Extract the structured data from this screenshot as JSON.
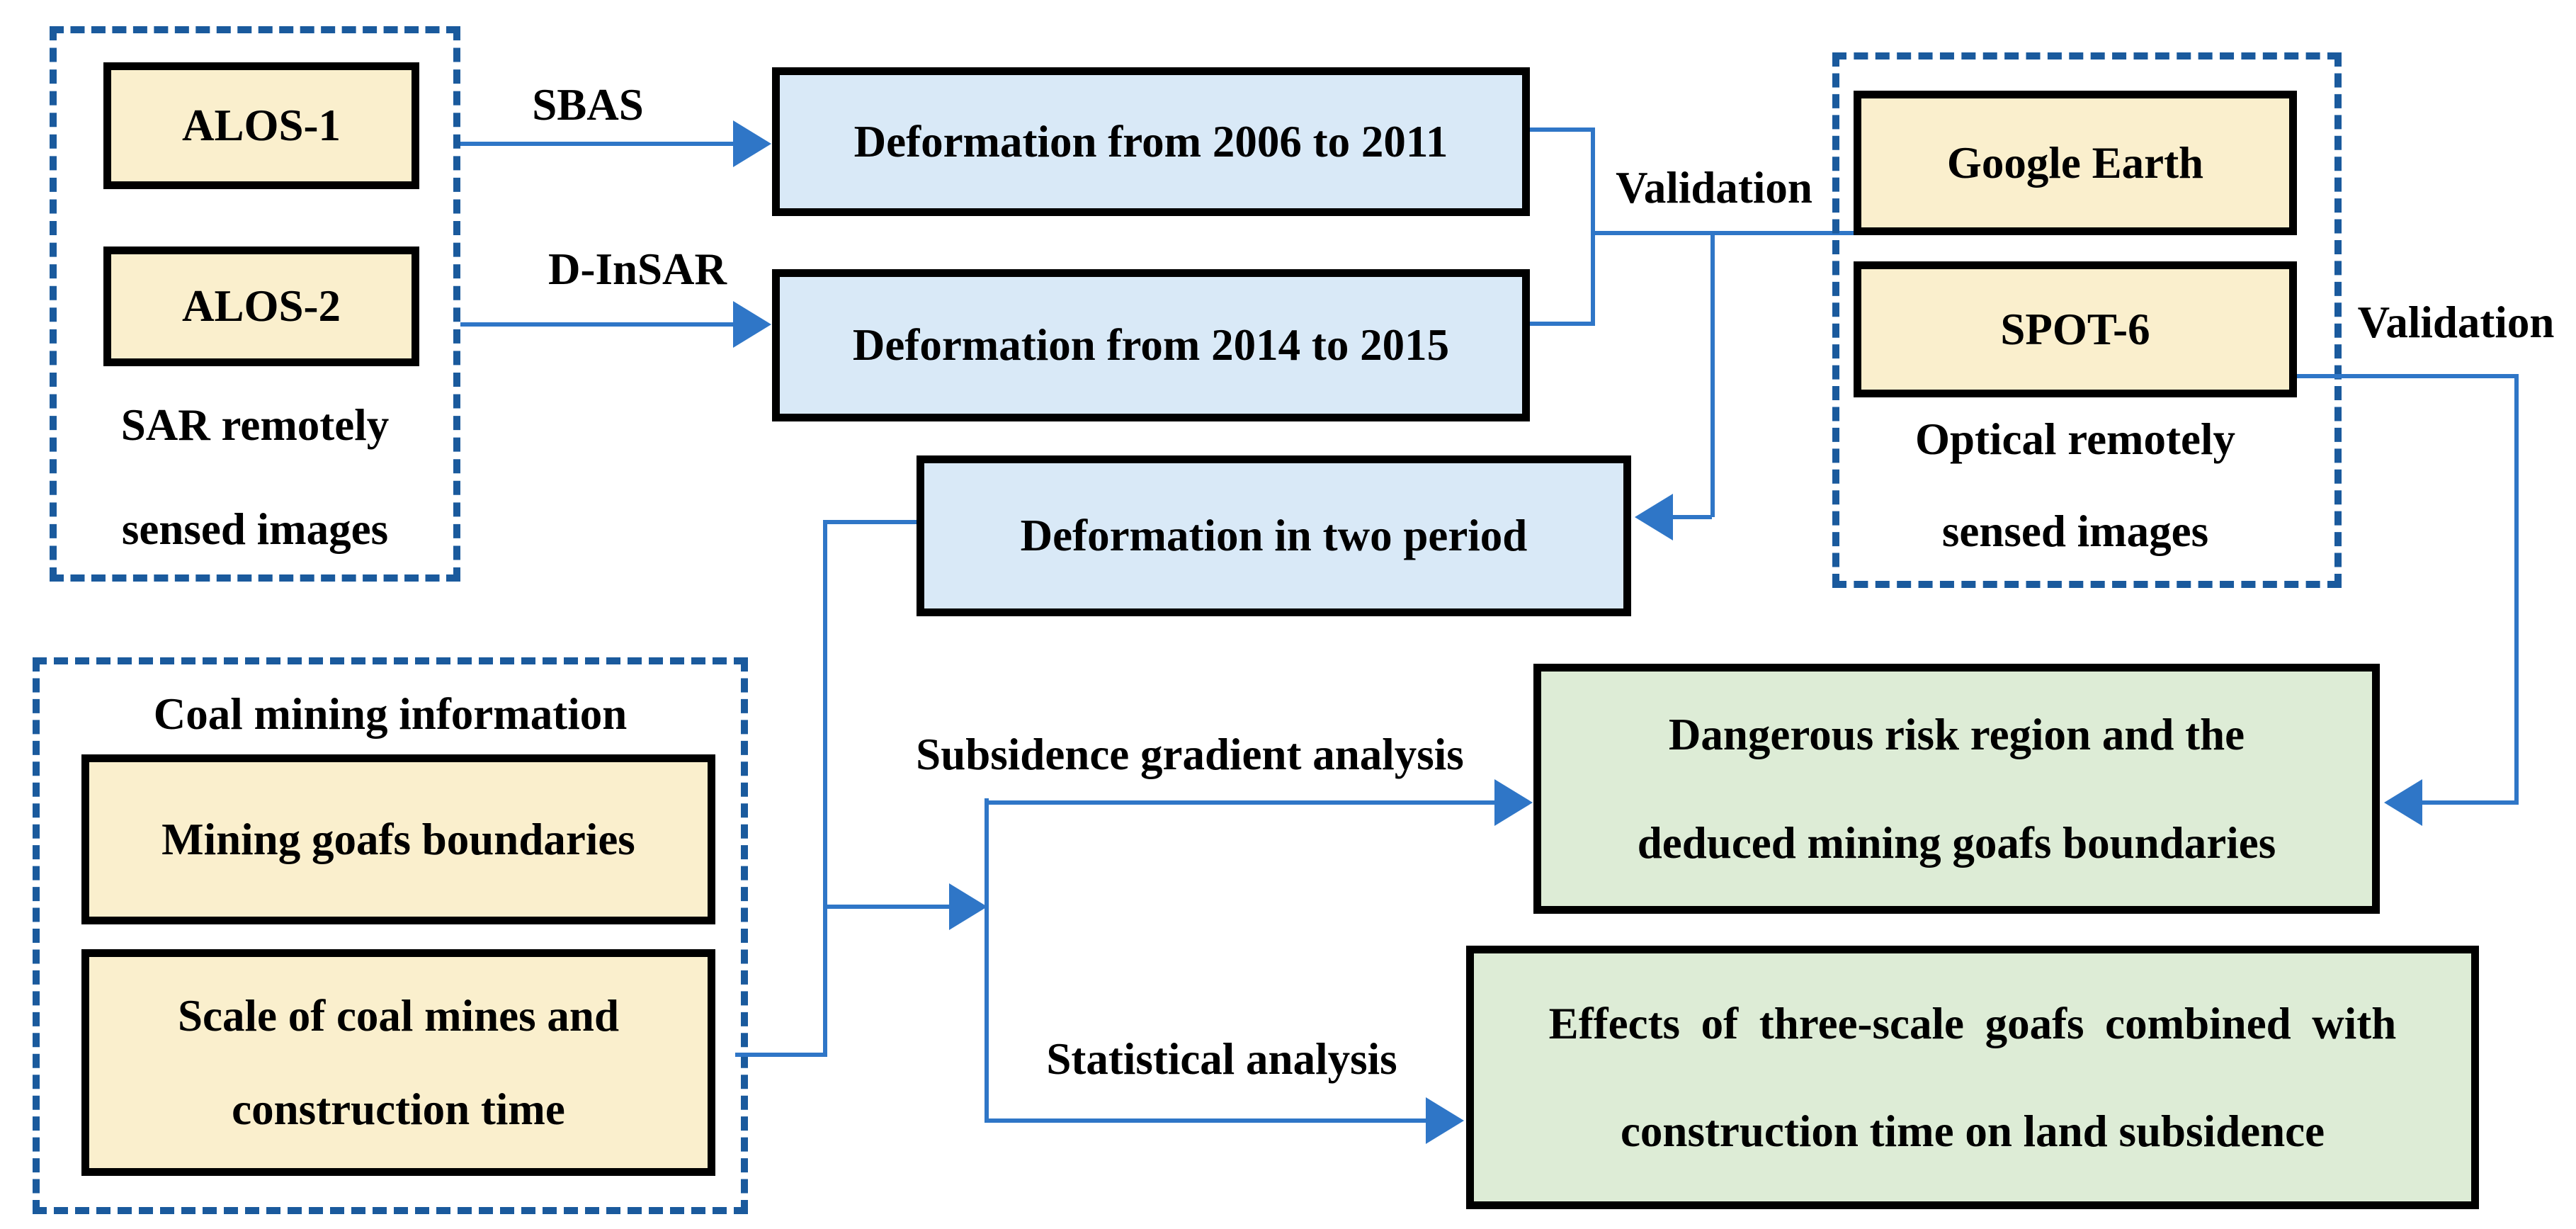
{
  "figure": {
    "colors": {
      "yellow_fill": "#FAEFCD",
      "blue_fill": "#D9E9F7",
      "green_fill": "#DDECD6",
      "dashed_border": "#1A5A9D",
      "arrow": "#2F76C7",
      "box_border": "#000000",
      "canvas_bg": "#FFFFFF"
    },
    "sar_group": {
      "alos1": "ALOS-1",
      "alos2": "ALOS-2",
      "caption_line1": "SAR remotely",
      "caption_line2": "sensed images"
    },
    "methods": {
      "sbas": "SBAS",
      "dinsar": "D-InSAR",
      "subsidence": "Subsidence gradient analysis",
      "statistical": "Statistical analysis"
    },
    "validation": {
      "top": "Validation",
      "right": "Validation"
    },
    "deformation": {
      "d2006": "Deformation from 2006 to 2011",
      "d2014": "Deformation from 2014 to 2015",
      "two_period": "Deformation in two period"
    },
    "optical_group": {
      "google_earth": "Google Earth",
      "spot6": "SPOT-6",
      "caption_line1": "Optical remotely",
      "caption_line2": "sensed images"
    },
    "coal_group": {
      "title": "Coal mining information",
      "mining_goafs": "Mining goafs boundaries",
      "scale_line1": "Scale of coal mines and",
      "scale_line2": "construction time"
    },
    "results": {
      "risk_line1": "Dangerous risk region and the",
      "risk_line2": "deduced mining goafs boundaries",
      "effects_line1": "Effects of three-scale goafs combined with",
      "effects_line2": "construction time on land subsidence"
    }
  }
}
